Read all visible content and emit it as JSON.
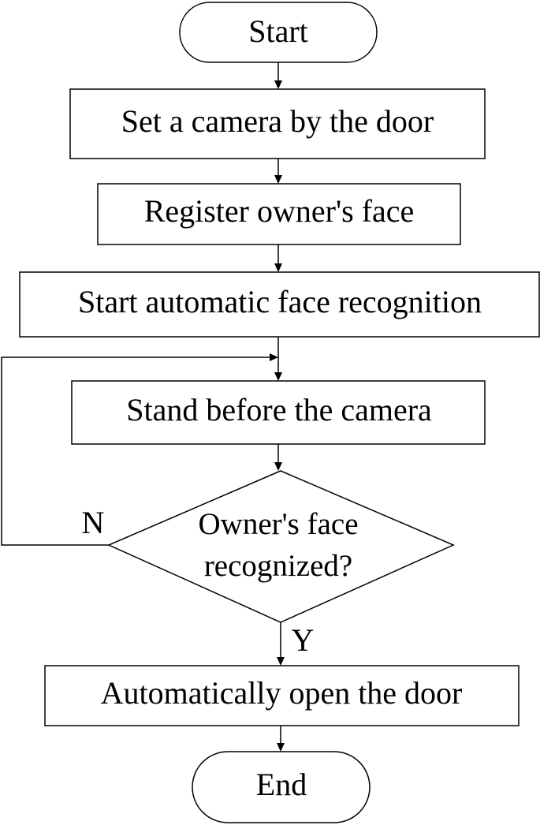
{
  "flowchart": {
    "start": "Start",
    "steps": [
      "Set a camera by the door",
      "Register owner's face",
      "Start automatic face recognition",
      "Stand before the camera"
    ],
    "decision": {
      "line1": "Owner's face",
      "line2": "recognized?",
      "no_label": "N",
      "yes_label": "Y"
    },
    "action": "Automatically open the door",
    "end": "End"
  },
  "colors": {
    "line": "#000000",
    "fill": "#ffffff",
    "text": "#000000"
  }
}
